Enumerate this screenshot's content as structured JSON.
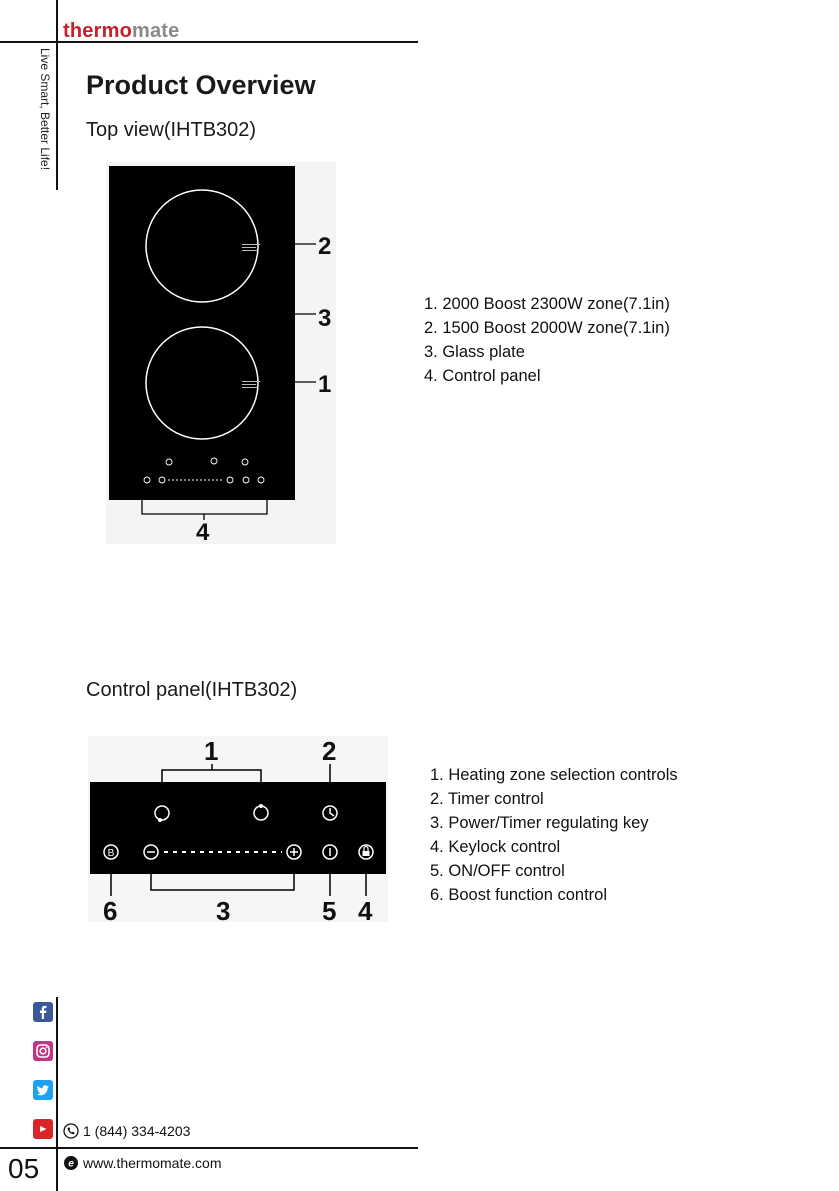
{
  "header": {
    "logo_part1": "thermo",
    "logo_part2": "mate",
    "tagline": "Live Smart, Better Life!"
  },
  "page": {
    "title": "Product Overview",
    "number": "05"
  },
  "top_view": {
    "subtitle": "Top view(IHTB302)",
    "callouts": [
      "2",
      "3",
      "1",
      "4"
    ],
    "items": [
      "1. 2000 Boost 2300W zone(7.1in)",
      "2. 1500 Boost 2000W zone(7.1in)",
      "3. Glass plate",
      "4. Control panel"
    ]
  },
  "control_panel": {
    "subtitle": "Control panel(IHTB302)",
    "callouts": [
      "1",
      "2",
      "6",
      "3",
      "5",
      "4"
    ],
    "button_b_label": "B",
    "items": [
      "1. Heating zone selection controls",
      "2. Timer control",
      "3. Power/Timer regulating key",
      "4. Keylock control",
      "5. ON/OFF control",
      "6. Boost function control"
    ]
  },
  "footer": {
    "phone": "1 (844) 334-4203",
    "website": "www.thermomate.com",
    "social_icons": [
      "facebook-icon",
      "instagram-icon",
      "twitter-icon",
      "youtube-icon"
    ]
  }
}
